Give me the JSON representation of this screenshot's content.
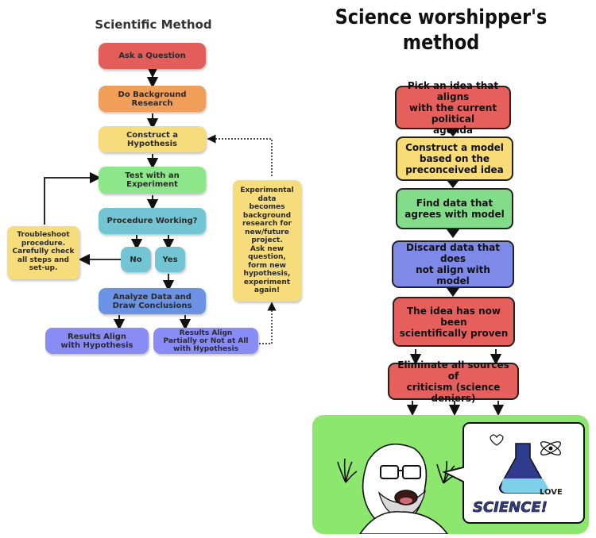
{
  "left": {
    "title": "Scientific Method",
    "ask": "Ask a Question",
    "background": "Do Background\nResearch",
    "hypothesis": "Construct a\nHypothesis",
    "test": "Test with an\nExperiment",
    "procedure": "Procedure Working?",
    "no": "No",
    "yes": "Yes",
    "troubleshoot": "Troubleshoot\nprocedure.\nCarefully check\nall steps and\nset-up.",
    "analyze": "Analyze Data and\nDraw Conclusions",
    "results_align": "Results Align\nwith Hypothesis",
    "results_partial": "Results Align\nPartially or Not at All\nwith Hypothesis",
    "feedback": "Experimental\ndata\nbecomes\nbackground\nresearch for\nnew/future\nproject.\nAsk new\nquestion,\nform new\nhypothesis,\nexperiment\nagain!"
  },
  "right": {
    "title": "Science worshipper's\nmethod",
    "step1": "Pick an idea that aligns\nwith the current political\nagenda",
    "step2": "Construct a model\nbased on the\npreconceived idea",
    "step3": "Find data that\nagrees with model",
    "step4": "Discard data that does\nnot align with model",
    "step5": "The idea has now been\nscientifically proven",
    "step6": "Eliminate all sources of\ncriticism (science deniers)",
    "meme_text_1": "LOVE",
    "meme_text_2": "SCIENCE!"
  },
  "colors": {
    "red": "#e35d5b",
    "orange": "#f19e5a",
    "yellow": "#f7dc7c",
    "green": "#8ee68a",
    "teal": "#73c5d3",
    "blue": "#6b92e3",
    "purple": "#8a8cf5",
    "meme_bg": "#8de66d"
  }
}
